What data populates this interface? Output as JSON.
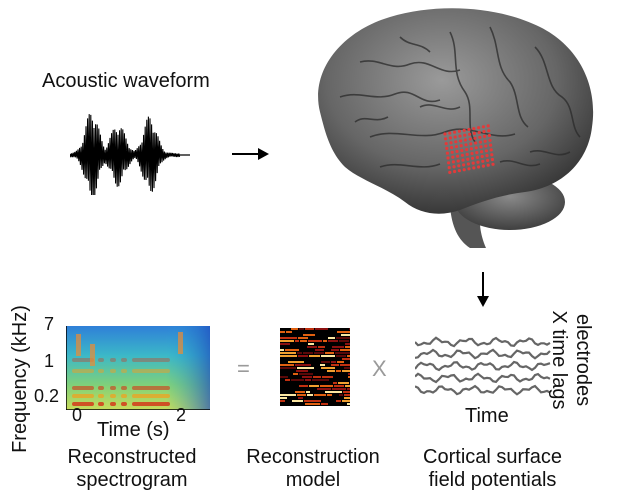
{
  "waveform": {
    "label": "Acoustic waveform"
  },
  "spectrogram": {
    "ylabel": "Frequency (kHz)",
    "yticks": [
      "7",
      "1",
      "0.2"
    ],
    "xticks": [
      "0",
      "2"
    ],
    "xlabel": "Time (s)",
    "caption_line1": "Reconstructed",
    "caption_line2": "spectrogram"
  },
  "model": {
    "caption_line1": "Reconstruction",
    "caption_line2": "model"
  },
  "operators": {
    "equals": "=",
    "times": "X"
  },
  "potentials": {
    "xlabel": "Time",
    "side_line1": "electrodes",
    "side_line2": "X time lags",
    "caption_line1": "Cortical surface",
    "caption_line2": "field potentials"
  },
  "icons": {
    "arrow_right": "arrow-right-icon",
    "arrow_down": "arrow-down-icon",
    "brain": "brain-icon"
  }
}
